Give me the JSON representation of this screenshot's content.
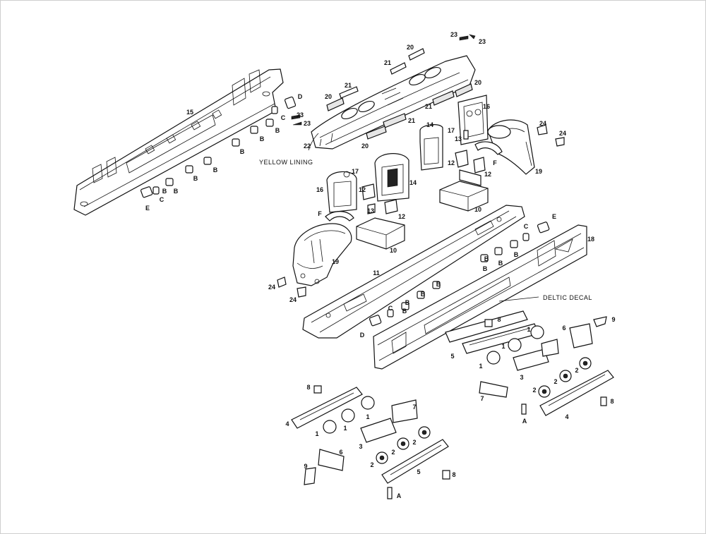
{
  "diagram": {
    "callouts": {
      "yellow_lining": "YELLOW LINING",
      "deltic_decal": "DELTIC DECAL"
    },
    "part_labels": [
      {
        "id": "p15",
        "text": "15"
      },
      {
        "id": "pD1",
        "text": "D"
      },
      {
        "id": "pC1",
        "text": "C"
      },
      {
        "id": "pB1",
        "text": "B"
      },
      {
        "id": "pB2",
        "text": "B"
      },
      {
        "id": "pB3",
        "text": "B"
      },
      {
        "id": "pB4",
        "text": "B"
      },
      {
        "id": "pB5",
        "text": "B"
      },
      {
        "id": "pB6",
        "text": "B"
      },
      {
        "id": "pB7",
        "text": "B"
      },
      {
        "id": "pC2",
        "text": "C"
      },
      {
        "id": "pE1",
        "text": "E"
      },
      {
        "id": "p23a",
        "text": "23"
      },
      {
        "id": "p23b",
        "text": "23"
      },
      {
        "id": "p23c",
        "text": "23"
      },
      {
        "id": "p23d",
        "text": "23"
      },
      {
        "id": "p20a",
        "text": "20"
      },
      {
        "id": "p21a",
        "text": "21"
      },
      {
        "id": "p21b",
        "text": "21"
      },
      {
        "id": "p20b",
        "text": "20"
      },
      {
        "id": "p20c",
        "text": "20"
      },
      {
        "id": "p21c",
        "text": "21"
      },
      {
        "id": "p21d",
        "text": "21"
      },
      {
        "id": "p20d",
        "text": "20"
      },
      {
        "id": "p22",
        "text": "22"
      },
      {
        "id": "p16a",
        "text": "16"
      },
      {
        "id": "p14a",
        "text": "14"
      },
      {
        "id": "p17a",
        "text": "17"
      },
      {
        "id": "p13a",
        "text": "13"
      },
      {
        "id": "p12a",
        "text": "12"
      },
      {
        "id": "p12b",
        "text": "12"
      },
      {
        "id": "pF1",
        "text": "F"
      },
      {
        "id": "p19a",
        "text": "19"
      },
      {
        "id": "p24a",
        "text": "24"
      },
      {
        "id": "p24b",
        "text": "24"
      },
      {
        "id": "p10a",
        "text": "10"
      },
      {
        "id": "p17b",
        "text": "17"
      },
      {
        "id": "p16b",
        "text": "16"
      },
      {
        "id": "p14b",
        "text": "14"
      },
      {
        "id": "p12c",
        "text": "12"
      },
      {
        "id": "p13b",
        "text": "13"
      },
      {
        "id": "p12d",
        "text": "12"
      },
      {
        "id": "pF2",
        "text": "F"
      },
      {
        "id": "p10b",
        "text": "10"
      },
      {
        "id": "p19b",
        "text": "19"
      },
      {
        "id": "p24c",
        "text": "24"
      },
      {
        "id": "p24d",
        "text": "24"
      },
      {
        "id": "p11",
        "text": "11"
      },
      {
        "id": "pE2",
        "text": "E"
      },
      {
        "id": "pC3",
        "text": "C"
      },
      {
        "id": "p18",
        "text": "18"
      },
      {
        "id": "pB8",
        "text": "B"
      },
      {
        "id": "pB9",
        "text": "B"
      },
      {
        "id": "pB10",
        "text": "B"
      },
      {
        "id": "pB11",
        "text": "B"
      },
      {
        "id": "pB12",
        "text": "B"
      },
      {
        "id": "pB13",
        "text": "B"
      },
      {
        "id": "pB14",
        "text": "B"
      },
      {
        "id": "pB15",
        "text": "B"
      },
      {
        "id": "pC4",
        "text": "C"
      },
      {
        "id": "pD2",
        "text": "D"
      },
      {
        "id": "p8a",
        "text": "8"
      },
      {
        "id": "p6a",
        "text": "6"
      },
      {
        "id": "p9a",
        "text": "9"
      },
      {
        "id": "p5a",
        "text": "5"
      },
      {
        "id": "p1a",
        "text": "1"
      },
      {
        "id": "p1b",
        "text": "1"
      },
      {
        "id": "p1c",
        "text": "1"
      },
      {
        "id": "p3a",
        "text": "3"
      },
      {
        "id": "p2a",
        "text": "2"
      },
      {
        "id": "p2b",
        "text": "2"
      },
      {
        "id": "p2c",
        "text": "2"
      },
      {
        "id": "p7a",
        "text": "7"
      },
      {
        "id": "pAa",
        "text": "A"
      },
      {
        "id": "p4a",
        "text": "4"
      },
      {
        "id": "p8b",
        "text": "8"
      },
      {
        "id": "p8c",
        "text": "8"
      },
      {
        "id": "p4b",
        "text": "4"
      },
      {
        "id": "p1d",
        "text": "1"
      },
      {
        "id": "p1e",
        "text": "1"
      },
      {
        "id": "p1f",
        "text": "1"
      },
      {
        "id": "p7b",
        "text": "7"
      },
      {
        "id": "p3b",
        "text": "3"
      },
      {
        "id": "p2d",
        "text": "2"
      },
      {
        "id": "p2e",
        "text": "2"
      },
      {
        "id": "p2f",
        "text": "2"
      },
      {
        "id": "p6b",
        "text": "6"
      },
      {
        "id": "p9b",
        "text": "9"
      },
      {
        "id": "p5b",
        "text": "5"
      },
      {
        "id": "p8d",
        "text": "8"
      },
      {
        "id": "pAb",
        "text": "A"
      }
    ]
  }
}
